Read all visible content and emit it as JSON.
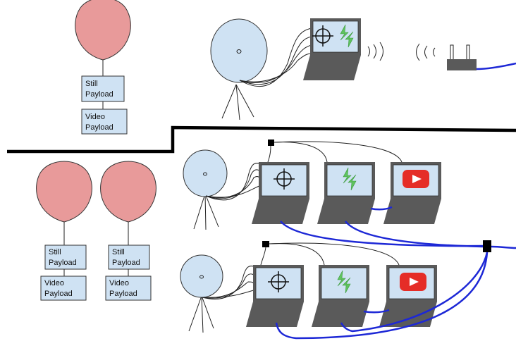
{
  "colors": {
    "balloon": "#e89a9a",
    "payload_box": "#cfe2f3",
    "dish": "#cfe2f3",
    "laptop_screen": "#cfe2f3",
    "laptop_body": "#5a5a5a",
    "network_cable": "#1d28d6",
    "aprs_green": "#5fc35f",
    "youtube_red": "#e52d27"
  },
  "icons": [
    "crosshair-icon",
    "aprs-icon",
    "youtube-icon",
    "wireless-router-icon",
    "radio-waves-icon"
  ],
  "scenes": {
    "top": {
      "balloons": [
        {
          "payloads": [
            {
              "line1": "Still",
              "line2": "Payload"
            },
            {
              "line1": "Video",
              "line2": "Payload"
            }
          ]
        }
      ]
    },
    "bottom": {
      "balloons": [
        {
          "payloads": [
            {
              "line1": "Still",
              "line2": "Payload"
            },
            {
              "line1": "Video",
              "line2": "Payload"
            }
          ]
        },
        {
          "payloads": [
            {
              "line1": "Still",
              "line2": "Payload"
            },
            {
              "line1": "Video",
              "line2": "Payload"
            }
          ]
        }
      ]
    }
  }
}
